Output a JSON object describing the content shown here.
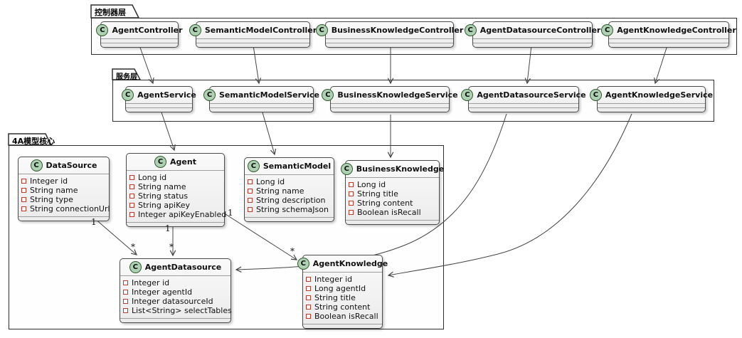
{
  "icon": {
    "class_letter": "C"
  },
  "multiplicity": {
    "one": "1",
    "many": "*"
  },
  "colors": {
    "class_icon_bg": "#ADD1B2",
    "class_icon_border": "#33582F",
    "field_marker": "#C0392B",
    "line": "#454545",
    "box_border": "#4A4A4A",
    "package_border": "#2E2E2E"
  },
  "packages": {
    "controller": {
      "label": "控制器层",
      "classes": [
        {
          "name": "AgentController"
        },
        {
          "name": "SemanticModelController"
        },
        {
          "name": "BusinessKnowledgeController"
        },
        {
          "name": "AgentDatasourceController"
        },
        {
          "name": "AgentKnowledgeController"
        }
      ]
    },
    "service": {
      "label": "服务层",
      "classes": [
        {
          "name": "AgentService"
        },
        {
          "name": "SemanticModelService"
        },
        {
          "name": "BusinessKnowledgeService"
        },
        {
          "name": "AgentDatasourceService"
        },
        {
          "name": "AgentKnowledgeService"
        }
      ]
    },
    "core": {
      "label": "4A模型核心",
      "classes": [
        {
          "name": "DataSource",
          "fields": [
            "Integer id",
            "String name",
            "String type",
            "String connectionUrl"
          ]
        },
        {
          "name": "Agent",
          "fields": [
            "Long id",
            "String name",
            "String status",
            "String apiKey",
            "Integer apiKeyEnabled"
          ]
        },
        {
          "name": "SemanticModel",
          "fields": [
            "Long id",
            "String name",
            "String description",
            "String schemaJson"
          ]
        },
        {
          "name": "BusinessKnowledge",
          "fields": [
            "Long id",
            "String title",
            "String content",
            "Boolean isRecall"
          ]
        },
        {
          "name": "AgentDatasource",
          "fields": [
            "Integer id",
            "Integer agentId",
            "Integer datasourceId",
            "List<String> selectTables"
          ]
        },
        {
          "name": "AgentKnowledge",
          "fields": [
            "Integer id",
            "Long agentId",
            "String title",
            "String content",
            "Boolean isRecall"
          ]
        }
      ]
    }
  }
}
